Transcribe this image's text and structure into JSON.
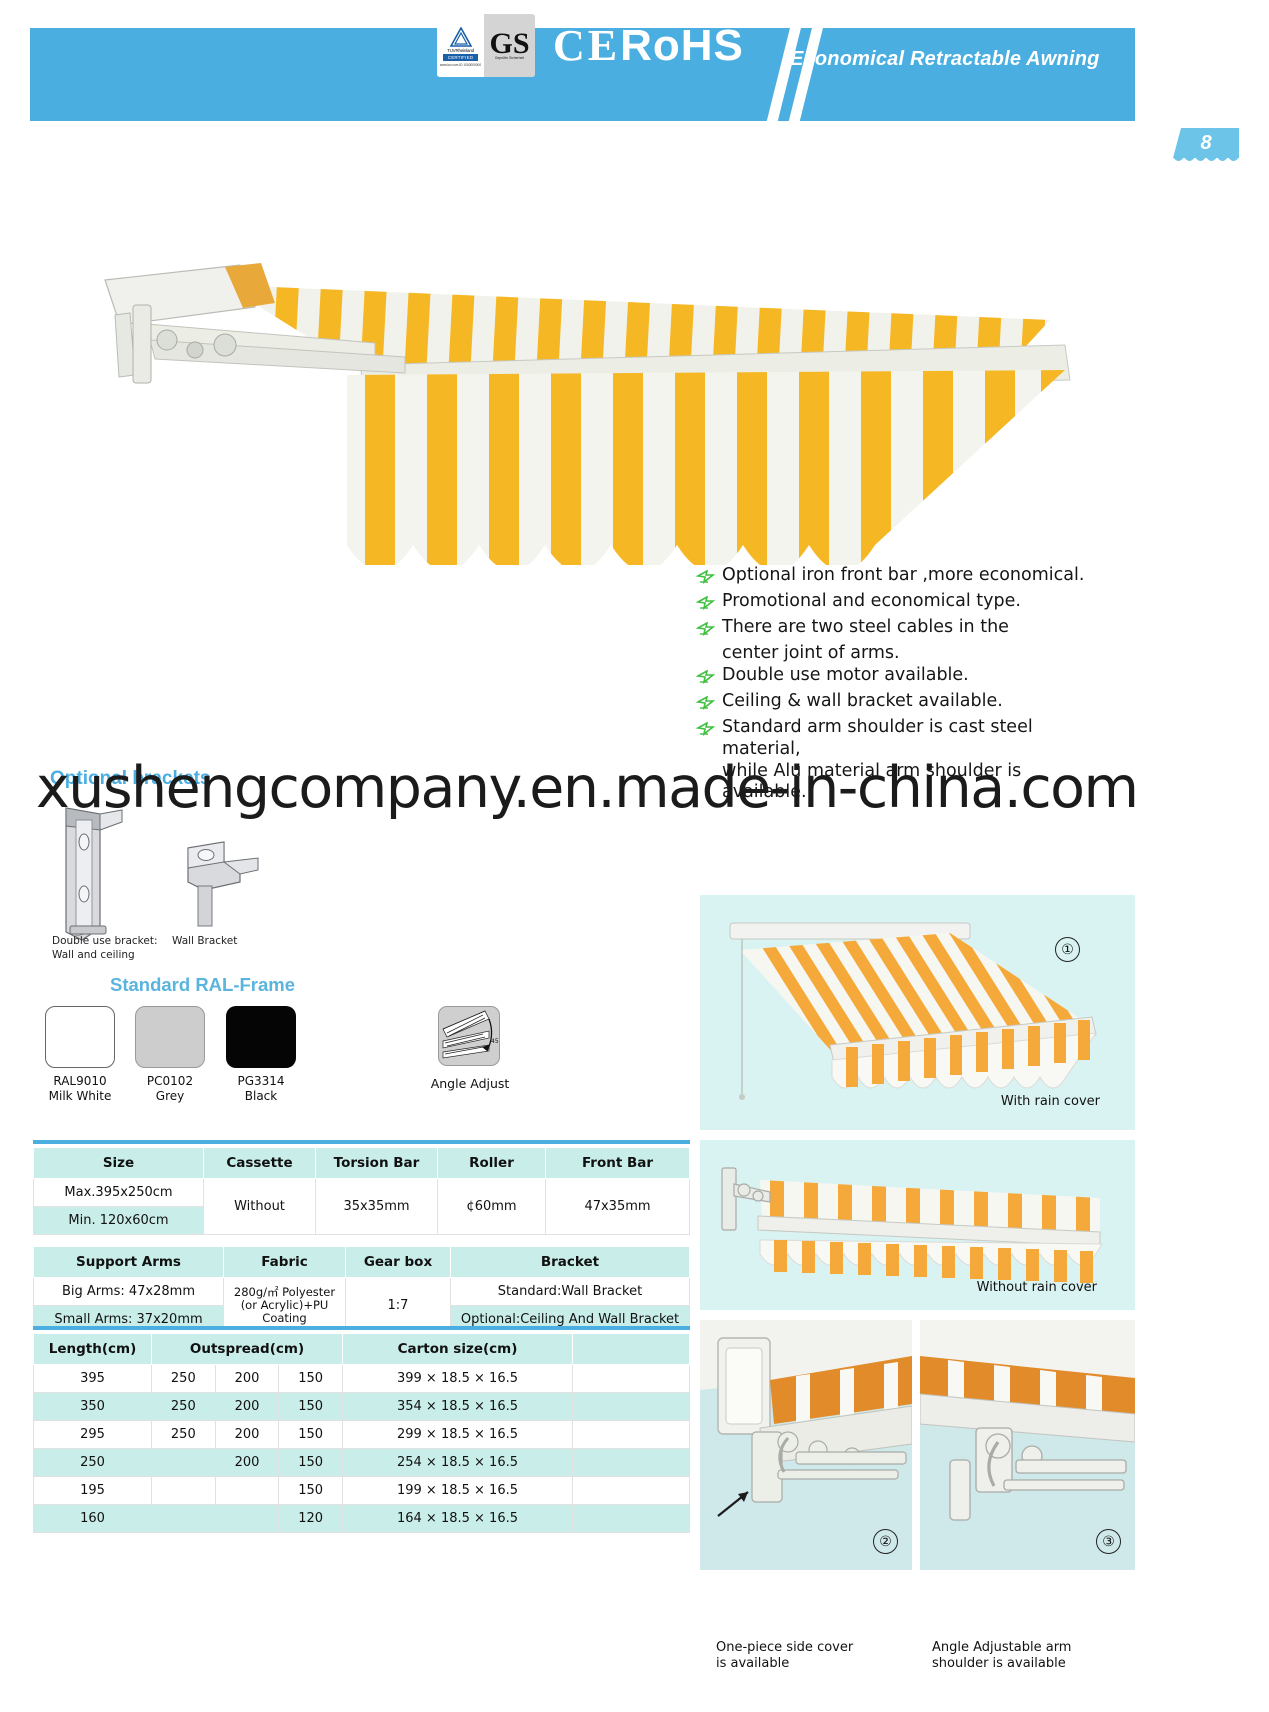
{
  "header": {
    "title": "Economical Retractable Awning",
    "ce_text": "CE",
    "rohs_text": "RoHS",
    "tuv_name": "TUVRheinland",
    "tuv_certified": "CERTIFIED",
    "tuv_url": "www.tuv.com ID 1000000000",
    "gs_letters": "GS",
    "gs_sub": "Geprüfte Sicherheit",
    "page_number": "8"
  },
  "features": [
    "Optional iron front bar ,more economical.",
    "Promotional and economical type.",
    "There are two steel cables in the",
    "center joint of arms.",
    "Double use motor available.",
    "Ceiling & wall bracket available.",
    "Standard arm shoulder is cast steel material,",
    "while Alu material arm shoulder is available."
  ],
  "watermark": "xushengcompany.en.made-in-china.com",
  "brackets": {
    "section_title": "Optional brackets",
    "items": [
      {
        "caption_line1": "Double use bracket:",
        "caption_line2": "Wall and ceiling"
      },
      {
        "caption_line1": "Wall Bracket",
        "caption_line2": ""
      }
    ]
  },
  "ral": {
    "title": "Standard RAL-Frame",
    "swatches": [
      {
        "code": "RAL9010",
        "name": "Milk White",
        "hex": "#ffffff"
      },
      {
        "code": "PC0102",
        "name": "Grey",
        "hex": "#cdcdcd"
      },
      {
        "code": "PG3314",
        "name": "Black",
        "hex": "#050505"
      }
    ],
    "angle_label": "Angle Adjust",
    "angle_value": "45°"
  },
  "spec_table_1": {
    "headers": [
      "Size",
      "Cassette",
      "Torsion Bar",
      "Roller",
      "Front Bar"
    ],
    "rows": [
      [
        "Max.395x250cm",
        "Without",
        "35x35mm",
        "¢60mm",
        "47x35mm"
      ],
      [
        "Min. 120x60cm",
        "",
        "",
        "",
        ""
      ]
    ]
  },
  "spec_table_2": {
    "headers": [
      "Support Arms",
      "Fabric",
      "Gear box",
      "Bracket"
    ],
    "rows": [
      [
        "Big Arms: 47x28mm",
        "280g/㎡ Polyester (or Acrylic)+PU Coating",
        "1:7",
        "Standard:Wall Bracket"
      ],
      [
        "Small Arms: 37x20mm",
        "",
        "",
        "Optional:Ceiling And Wall Bracket"
      ]
    ]
  },
  "size_table": {
    "headers": [
      "Length(cm)",
      "Outspread(cm)",
      "Carton size(cm)"
    ],
    "rows": [
      {
        "length": "395",
        "o1": "250",
        "o2": "200",
        "o3": "150",
        "carton": "399 × 18.5 × 16.5"
      },
      {
        "length": "350",
        "o1": "250",
        "o2": "200",
        "o3": "150",
        "carton": "354 × 18.5 × 16.5"
      },
      {
        "length": "295",
        "o1": "250",
        "o2": "200",
        "o3": "150",
        "carton": "299 × 18.5 × 16.5"
      },
      {
        "length": "250",
        "o1": "",
        "o2": "200",
        "o3": "150",
        "carton": "254 × 18.5 × 16.5"
      },
      {
        "length": "195",
        "o1": "",
        "o2": "",
        "o3": "150",
        "carton": "199 × 18.5 × 16.5"
      },
      {
        "length": "160",
        "o1": "",
        "o2": "",
        "o3": "120",
        "carton": "164 × 18.5 × 16.5"
      }
    ]
  },
  "panels": [
    {
      "number": "①",
      "caption": "With rain cover"
    },
    {
      "number": "",
      "caption": "Without rain cover"
    },
    {
      "number": "②",
      "caption_line1": "One-piece side cover",
      "caption_line2": "is available"
    },
    {
      "number": "③",
      "caption_line1": "Angle Adjustable arm",
      "caption_line2": "shoulder is available"
    }
  ],
  "colors": {
    "brand_blue": "#4aaee0",
    "table_tint": "#c9eeea",
    "panel_bg": "#d9f2f2",
    "fabric_yellow": "#f5b824",
    "bullet_green": "#3ec13e"
  }
}
